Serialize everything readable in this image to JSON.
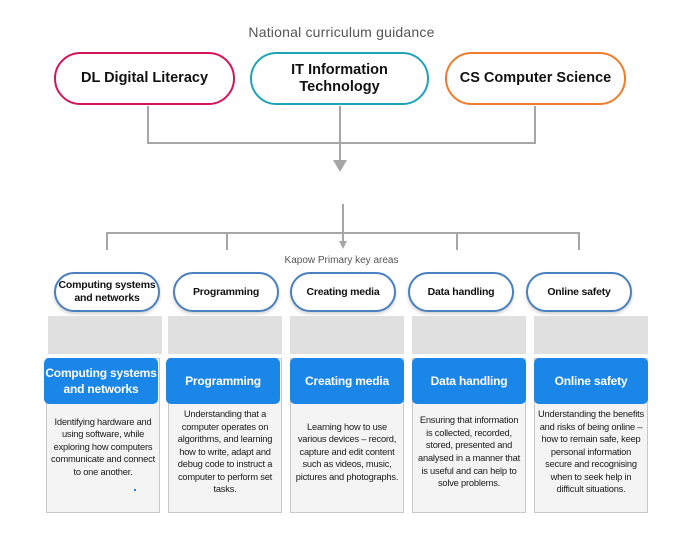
{
  "title": "National curriculum guidance",
  "top_boxes": [
    {
      "label": "DL Digital Literacy",
      "color": "#d4145a"
    },
    {
      "label": "IT Information Technology",
      "color": "#1ea3b8"
    },
    {
      "label": "CS Computer Science",
      "color": "#f07b2a"
    }
  ],
  "sub_label": "Kapow Primary key areas",
  "key_areas": [
    {
      "label": "Computing systems and networks"
    },
    {
      "label": "Programming"
    },
    {
      "label": "Creating media"
    },
    {
      "label": "Data handling"
    },
    {
      "label": "Online safety"
    }
  ],
  "cards": [
    {
      "heading": "Computing systems and networks",
      "body": "Identifying hardware and using software, while exploring how computers communicate and connect to one another."
    },
    {
      "heading": "Programming",
      "body": "Understanding that a computer operates on algorithms, and learning how to write, adapt and debug code to instruct a computer to perform set tasks."
    },
    {
      "heading": "Creating media",
      "body": "Learning how to use various devices – record, capture and edit content such as videos, music, pictures and photographs."
    },
    {
      "heading": "Data handling",
      "body": "Ensuring that information is collected, recorded, stored, presented and analysed in a manner that is useful and can help to solve problems."
    },
    {
      "heading": "Online safety",
      "body": "Understanding the benefits and risks of being online – how to remain safe, keep personal information secure and recognising when to seek help in difficult situations."
    }
  ],
  "colors": {
    "line": "#a6a6a6",
    "area_border": "#4a7fc0",
    "card_header": "#1a86e8"
  }
}
